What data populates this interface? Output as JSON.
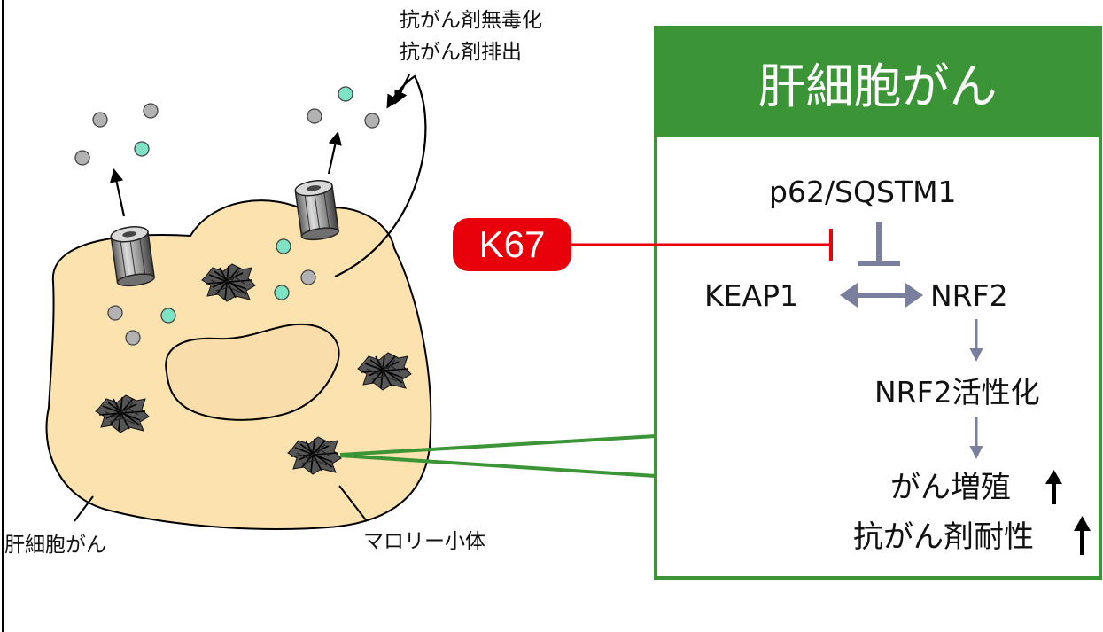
{
  "annotations": {
    "detox": "抗がん剤無毒化",
    "efflux": "抗がん剤排出",
    "hcc_cell": "肝細胞がん",
    "mallory": "マロリー小体"
  },
  "drug": {
    "label": "K67"
  },
  "panel": {
    "title": "肝細胞がん",
    "p62": "p62/SQSTM1",
    "keap1": "KEAP1",
    "nrf2": "NRF2",
    "nrf2_activation": "NRF2活性化",
    "proliferation": "がん増殖",
    "resistance": "抗がん剤耐性"
  },
  "colors": {
    "cell_fill": "#fbe2ae",
    "nucleus_fill": "#f9ddab",
    "panel_green": "#3b9436",
    "k67_red": "#e8000b",
    "pathway_gray": "#7b7f9e",
    "dot_gray": "#b2b2b2",
    "dot_teal": "#7ee3c4"
  },
  "icons": [
    "channel-pump-icon",
    "mallory-body-icon",
    "up-arrow-icon"
  ]
}
